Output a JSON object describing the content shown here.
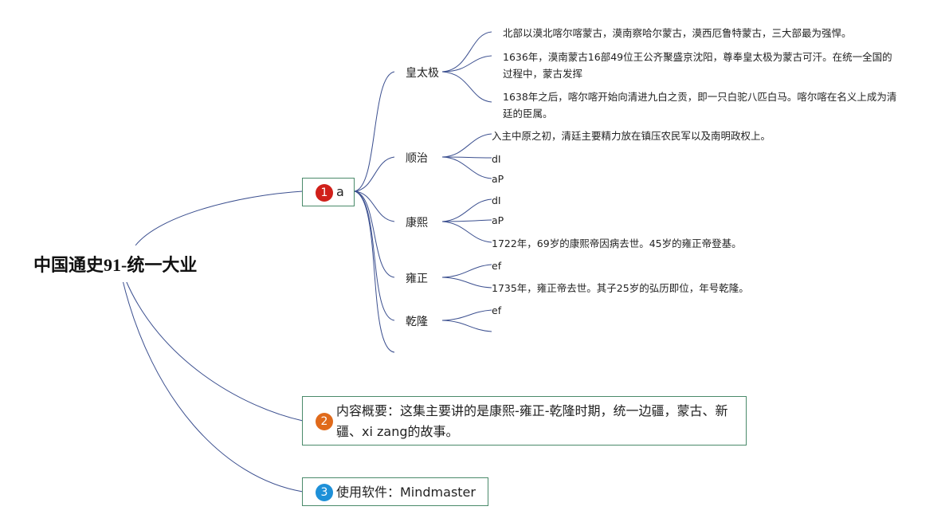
{
  "root": {
    "title": "中国通史91-统一大业"
  },
  "topics": [
    {
      "number": "1",
      "label": "a",
      "badge_color": "#d0201a"
    },
    {
      "number": "2",
      "label": "内容概要：这集主要讲的是康熙-雍正-乾隆时期，统一边疆，蒙古、新疆、xi zang的故事。",
      "badge_color": "#e06a1b"
    },
    {
      "number": "3",
      "label": "使用软件：Mindmaster",
      "badge_color": "#1e90d8"
    }
  ],
  "branches": [
    {
      "label": "皇太极",
      "leaves": [
        "北部以漠北喀尔喀蒙古，漠南察哈尔蒙古，漠西厄鲁特蒙古，三大部最为强悍。",
        "1636年，漠南蒙古16部49位王公齐聚盛京沈阳，尊奉皇太极为蒙古可汗。在统一全国的过程中，蒙古发挥",
        "1638年之后，喀尔喀开始向清进九白之贡，即一只白驼八匹白马。喀尔喀在名义上成为清廷的臣属。"
      ]
    },
    {
      "label": "顺治",
      "leaves": [
        "入主中原之初，清廷主要精力放在镇压农民军以及南明政权上。",
        "dI",
        "aP"
      ]
    },
    {
      "label": "康熙",
      "leaves": [
        "dI",
        "aP",
        "1722年，69岁的康熙帝因病去世。45岁的雍正帝登基。"
      ]
    },
    {
      "label": "雍正",
      "leaves": [
        "ef",
        "1735年，雍正帝去世。其子25岁的弘历即位，年号乾隆。"
      ]
    },
    {
      "label": "乾隆",
      "leaves": [
        "ef"
      ]
    }
  ],
  "colors": {
    "connector": "#3b4f8f",
    "topic_border": "#4a8a6a"
  }
}
